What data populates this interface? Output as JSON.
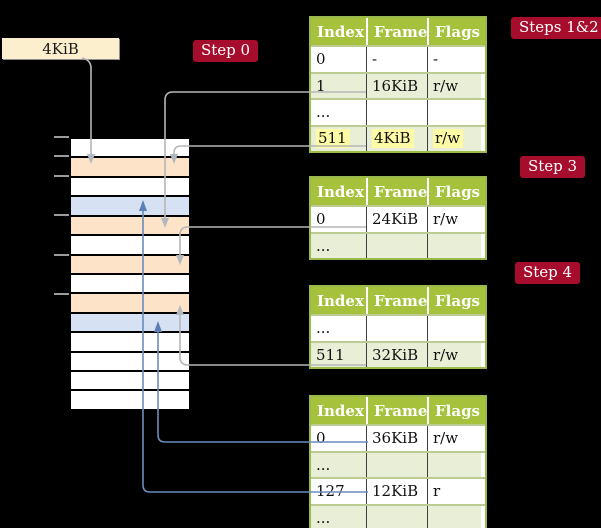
{
  "frame_label": {
    "text": "4KiB"
  },
  "badges": {
    "step0": {
      "label": "Step 0"
    },
    "steps12": {
      "label": "Steps 1&2"
    },
    "step3": {
      "label": "Step 3"
    },
    "step4": {
      "label": "Step 4"
    }
  },
  "tables": [
    {
      "name": "page-table-steps-1-2",
      "headers": [
        "Index",
        "Frame",
        "Flags"
      ],
      "rows": [
        {
          "cells": [
            "0",
            "-",
            "-"
          ],
          "shaded": false,
          "highlight": false
        },
        {
          "cells": [
            "1",
            "16KiB",
            "r/w"
          ],
          "shaded": true,
          "highlight": false
        },
        {
          "cells": [
            "...",
            "",
            ""
          ],
          "shaded": false,
          "highlight": false
        },
        {
          "cells": [
            "511",
            "4KiB",
            "r/w"
          ],
          "shaded": true,
          "highlight": true
        }
      ]
    },
    {
      "name": "page-table-step-3",
      "headers": [
        "Index",
        "Frame",
        "Flags"
      ],
      "rows": [
        {
          "cells": [
            "0",
            "24KiB",
            "r/w"
          ],
          "shaded": false,
          "highlight": false
        },
        {
          "cells": [
            "...",
            "",
            ""
          ],
          "shaded": true,
          "highlight": false
        }
      ]
    },
    {
      "name": "page-table-step-4",
      "headers": [
        "Index",
        "Frame",
        "Flags"
      ],
      "rows": [
        {
          "cells": [
            "...",
            "",
            ""
          ],
          "shaded": false,
          "highlight": false
        },
        {
          "cells": [
            "511",
            "32KiB",
            "r/w"
          ],
          "shaded": true,
          "highlight": false
        }
      ]
    },
    {
      "name": "page-table-final",
      "headers": [
        "Index",
        "Frame",
        "Flags"
      ],
      "rows": [
        {
          "cells": [
            "0",
            "36KiB",
            "r/w"
          ],
          "shaded": false,
          "highlight": false
        },
        {
          "cells": [
            "...",
            "",
            ""
          ],
          "shaded": true,
          "highlight": false
        },
        {
          "cells": [
            "127",
            "12KiB",
            "r"
          ],
          "shaded": false,
          "highlight": false
        },
        {
          "cells": [
            "...",
            "",
            ""
          ],
          "shaded": true,
          "highlight": false
        }
      ]
    }
  ],
  "memory": {
    "rows": [
      {
        "color": "white"
      },
      {
        "color": "orange"
      },
      {
        "color": "white"
      },
      {
        "color": "blue"
      },
      {
        "color": "orange"
      },
      {
        "color": "white"
      },
      {
        "color": "orange"
      },
      {
        "color": "white"
      },
      {
        "color": "orange"
      },
      {
        "color": "blue"
      },
      {
        "color": "white"
      },
      {
        "color": "white"
      },
      {
        "color": "white"
      },
      {
        "color": "white"
      }
    ]
  },
  "colors": {
    "badge_red": "#a60d2c",
    "table_header_green": "#a6c23c",
    "table_row_shade": "#e9efd7",
    "table_border_olive": "#9cb94c",
    "highlight_yellow": "#fdfba6",
    "memory_frame_orange": "#fde3c8",
    "memory_frame_blue": "#d6e2f3",
    "label_cream": "#fcefcd",
    "connector_gray": "#b6b6b6",
    "connector_blue": "#6b8cbd"
  }
}
